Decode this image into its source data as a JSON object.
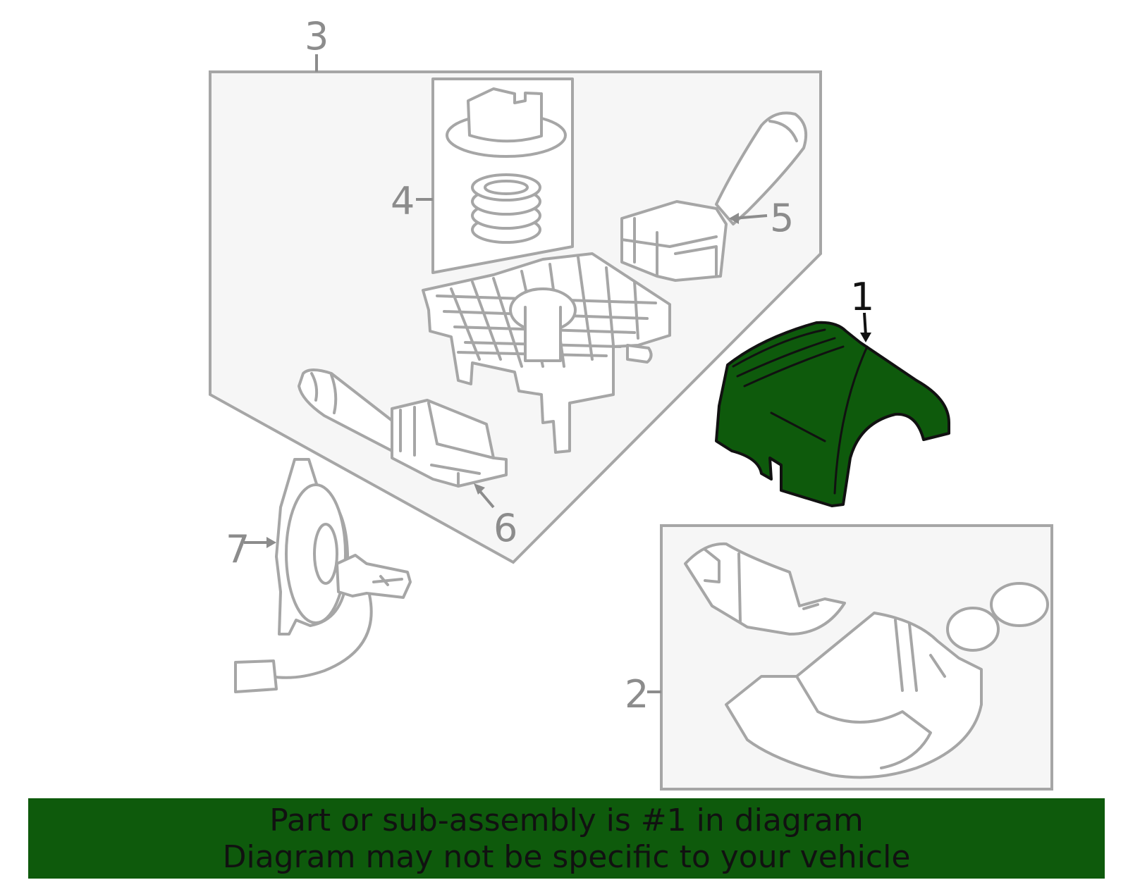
{
  "callouts": {
    "c1": "1",
    "c2": "2",
    "c3": "3",
    "c4": "4",
    "c5": "5",
    "c6": "6",
    "c7": "7"
  },
  "highlight_color": "#0e5a0c",
  "banner": {
    "line1": "Part or sub-assembly is #1 in diagram",
    "line2": "Diagram may not be specific to your vehicle"
  }
}
